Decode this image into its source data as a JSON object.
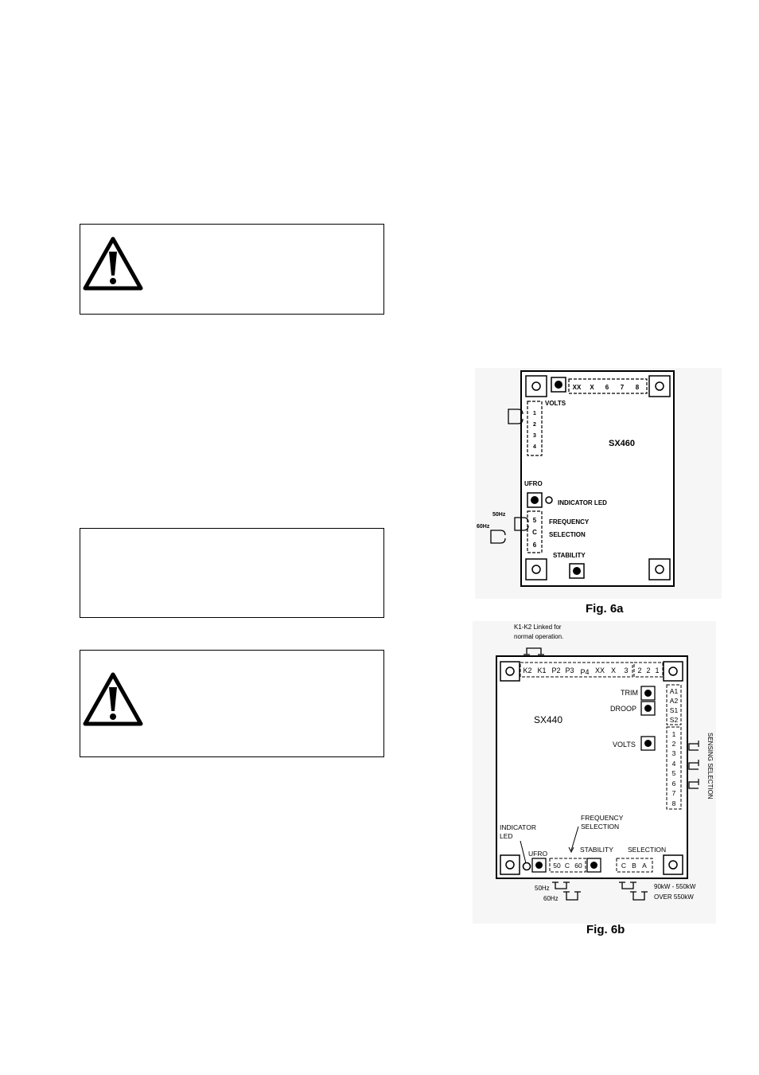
{
  "fig6a": {
    "caption": "Fig. 6a",
    "model": "SX460",
    "terminals_top": [
      "XX",
      "X",
      "6",
      "7",
      "8"
    ],
    "volts_label": "VOLTS",
    "volts_terminals": [
      "1",
      "2",
      "3",
      "4"
    ],
    "ufro_label": "UFRO",
    "indicator_led_label": "INDICATOR LED",
    "freq_label_line1": "FREQUENCY",
    "freq_label_line2": "SELECTION",
    "freq_terminals": [
      "5",
      "C",
      "6"
    ],
    "hz50_label": "50Hz",
    "hz60_label": "60Hz",
    "stability_label": "STABILITY"
  },
  "fig6b": {
    "caption": "Fig. 6b",
    "model": "SX440",
    "k_link_note_line1": "K1-K2 Linked for",
    "k_link_note_line2": "normal operation.",
    "terminals_top": [
      "K2",
      "K1",
      "P2",
      "P3",
      "P4",
      "XX",
      "X",
      "3"
    ],
    "terminals_top_right": [
      "2",
      "2",
      "1"
    ],
    "trim_label": "TRIM",
    "droop_label": "DROOP",
    "volts_label": "VOLTS",
    "right_terminals_a": [
      "A1",
      "A2",
      "S1",
      "S2"
    ],
    "right_terminals_b": [
      "1",
      "2",
      "3",
      "4",
      "5",
      "6",
      "7",
      "8"
    ],
    "sensing_selection_label": "SENSING SELECTION",
    "freq_sel_line1": "FREQUENCY",
    "freq_sel_line2": "SELECTION",
    "indicator_line1": "INDICATOR",
    "indicator_line2": "LED",
    "ufro_label": "UFRO",
    "stability_label": "STABILITY",
    "selection_label": "SELECTION",
    "freq_terminals": [
      "50",
      "C",
      "60"
    ],
    "sel_terminals": [
      "C",
      "B",
      "A"
    ],
    "hz50_label": "50Hz",
    "hz60_label": "60Hz",
    "power_label_1": "90kW - 550kW",
    "power_label_2": "OVER 550kW"
  }
}
